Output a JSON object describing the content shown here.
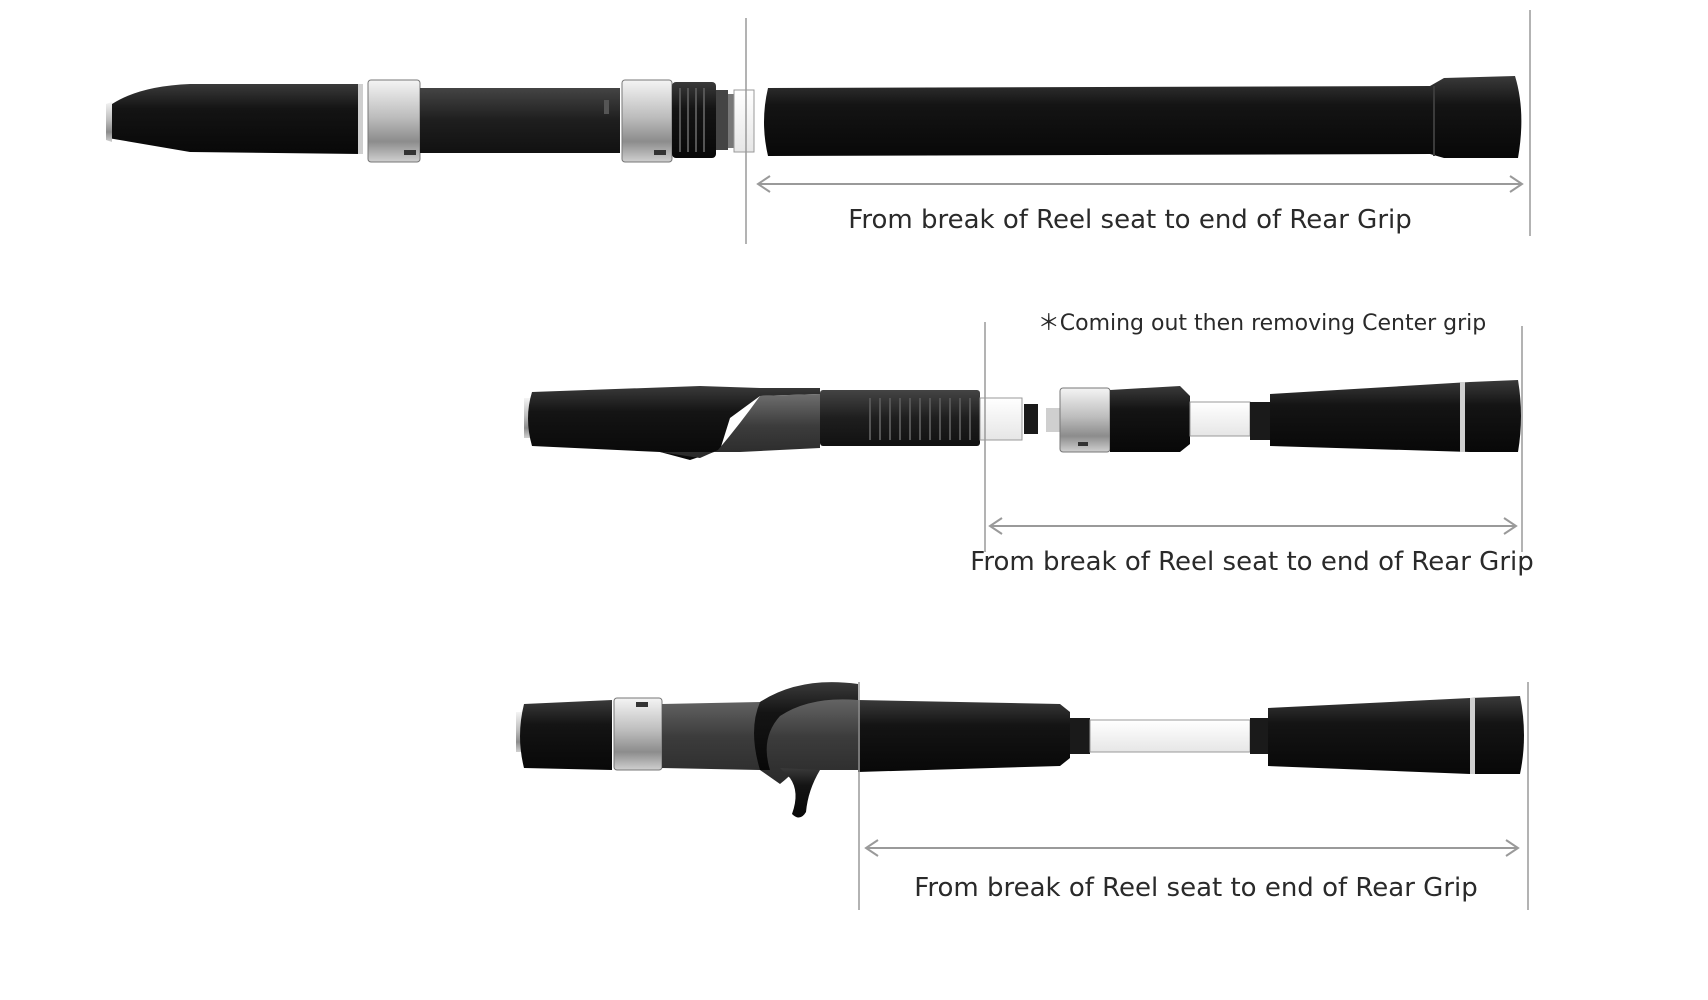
{
  "diagrams": [
    {
      "label": "From break of Reel seat to end of Rear Grip",
      "note": ""
    },
    {
      "label": "From break of Reel seat to end of Rear Grip",
      "note": "＊Coming out then removing Center grip"
    },
    {
      "label": "From break of Reel seat to end of Rear Grip",
      "note": ""
    }
  ],
  "colors": {
    "grip": "#1c1c1c",
    "metal": "#d4d4d4",
    "guide_line": "#9a9a9a",
    "text": "#2a2a2a"
  }
}
